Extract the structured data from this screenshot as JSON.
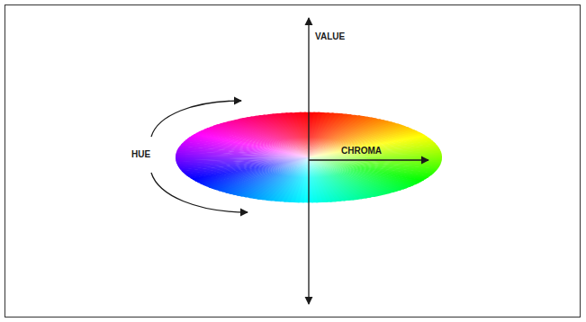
{
  "diagram": {
    "labels": [
      "VALUE",
      "HUE",
      "CHROMA"
    ]
  }
}
